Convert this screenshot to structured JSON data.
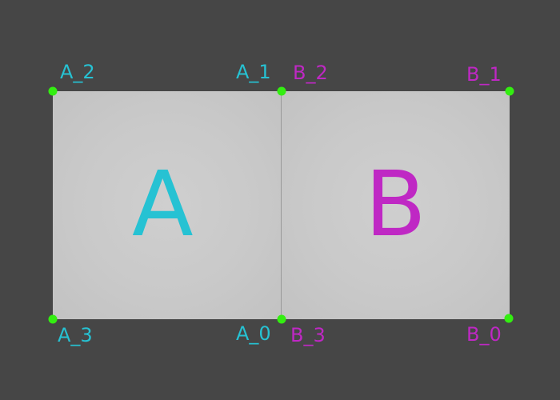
{
  "shapes": {
    "a": {
      "letter": "A",
      "color": "#26c2d3"
    },
    "b": {
      "letter": "B",
      "color": "#bf28c4"
    }
  },
  "vertex_color": "#33ee11",
  "labels": {
    "a2": "A_2",
    "a1": "A_1",
    "a3": "A_3",
    "a0": "A_0",
    "b2": "B_2",
    "b1": "B_1",
    "b3": "B_3",
    "b0": "B_0"
  }
}
